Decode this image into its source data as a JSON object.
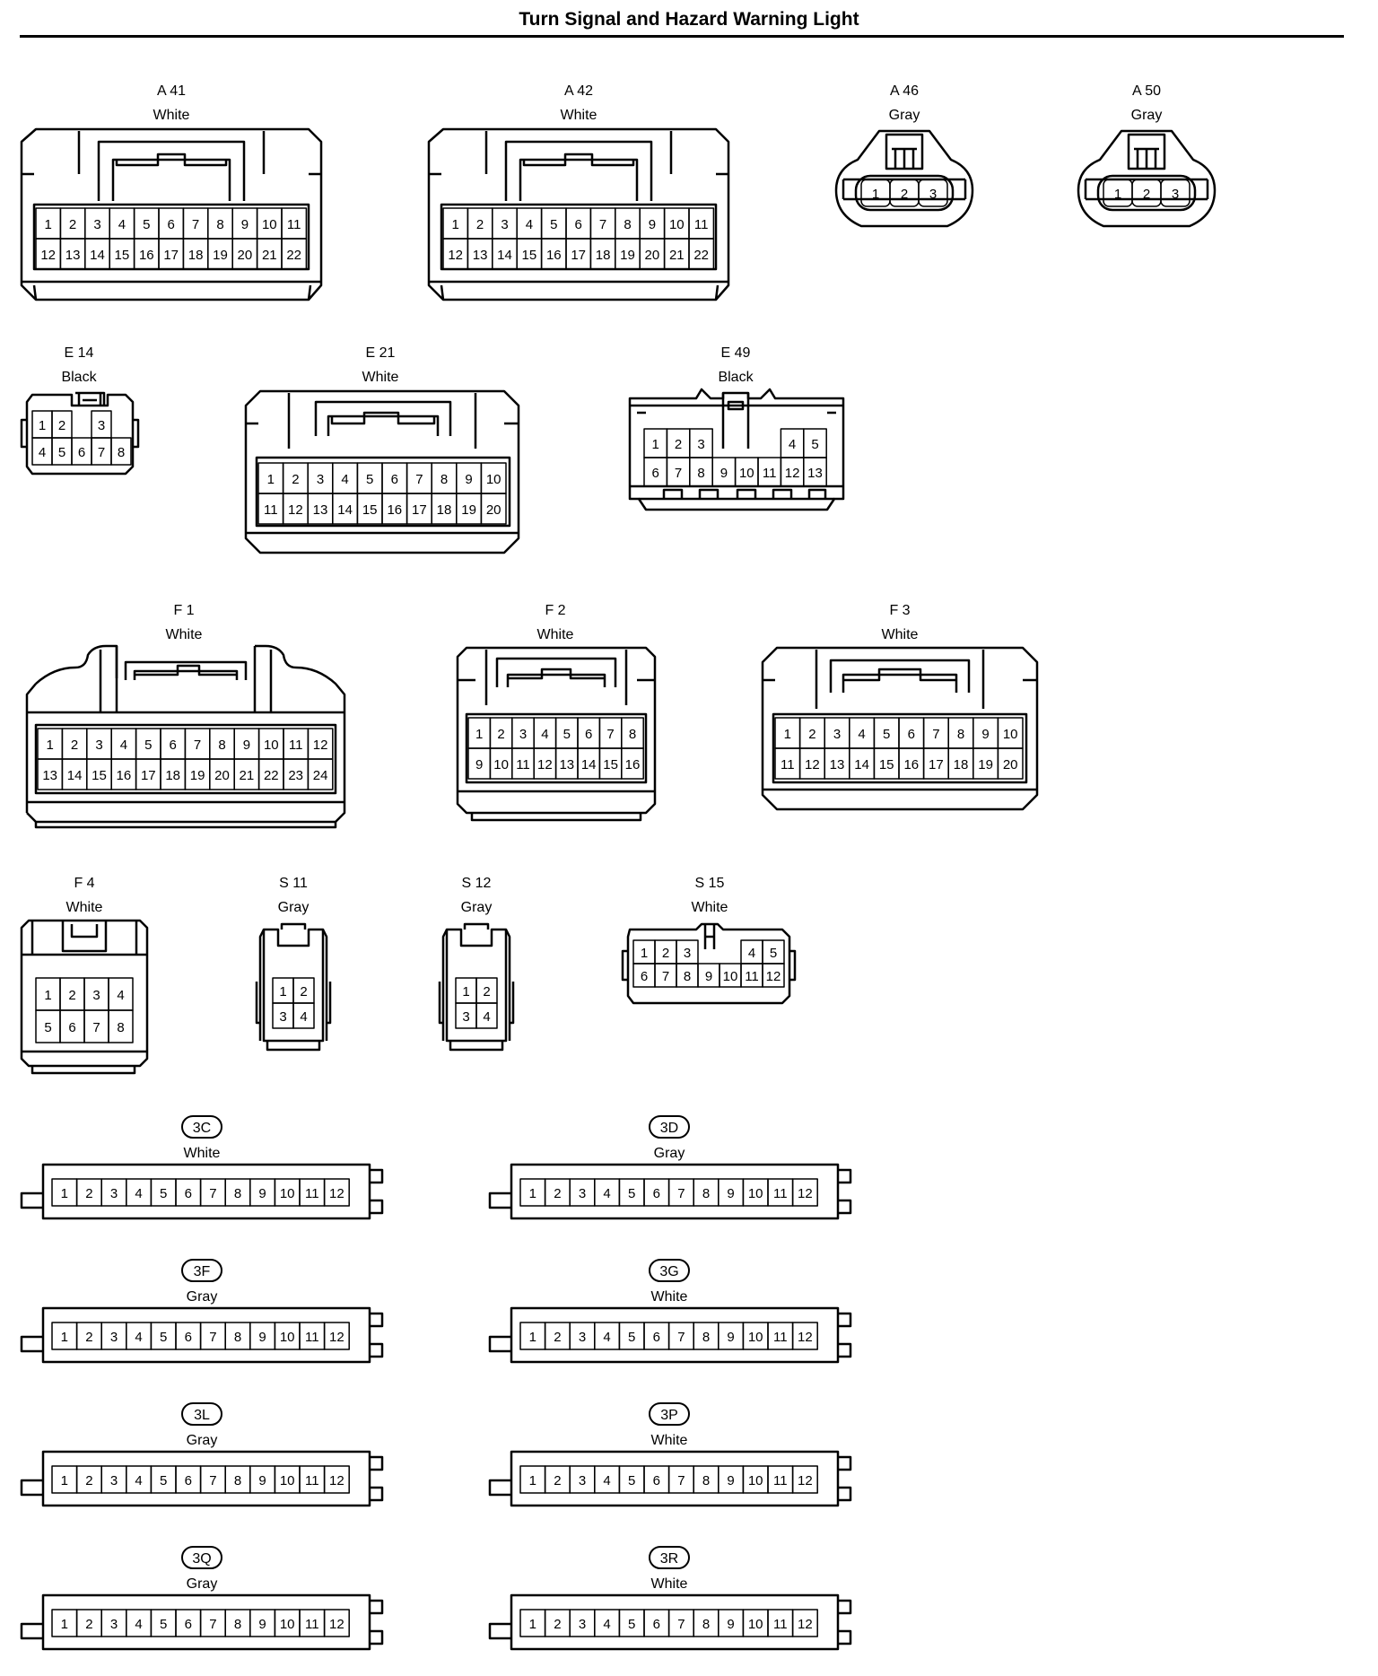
{
  "title": "Turn Signal and Hazard Warning Light",
  "connectors": {
    "A41": {
      "code": "A 41",
      "color": "White",
      "pins": [
        "1",
        "2",
        "3",
        "4",
        "5",
        "6",
        "7",
        "8",
        "9",
        "10",
        "11",
        "12",
        "13",
        "14",
        "15",
        "16",
        "17",
        "18",
        "19",
        "20",
        "21",
        "22"
      ]
    },
    "A42": {
      "code": "A 42",
      "color": "White",
      "pins": [
        "1",
        "2",
        "3",
        "4",
        "5",
        "6",
        "7",
        "8",
        "9",
        "10",
        "11",
        "12",
        "13",
        "14",
        "15",
        "16",
        "17",
        "18",
        "19",
        "20",
        "21",
        "22"
      ]
    },
    "A46": {
      "code": "A 46",
      "color": "Gray",
      "pins": [
        "1",
        "2",
        "3"
      ]
    },
    "A50": {
      "code": "A 50",
      "color": "Gray",
      "pins": [
        "1",
        "2",
        "3"
      ]
    },
    "E14": {
      "code": "E 14",
      "color": "Black",
      "pins": [
        "1",
        "2",
        "3",
        "4",
        "5",
        "6",
        "7",
        "8"
      ]
    },
    "E21": {
      "code": "E 21",
      "color": "White",
      "pins": [
        "1",
        "2",
        "3",
        "4",
        "5",
        "6",
        "7",
        "8",
        "9",
        "10",
        "11",
        "12",
        "13",
        "14",
        "15",
        "16",
        "17",
        "18",
        "19",
        "20"
      ]
    },
    "E49": {
      "code": "E 49",
      "color": "Black",
      "pins": [
        "1",
        "2",
        "3",
        "4",
        "5",
        "6",
        "7",
        "8",
        "9",
        "10",
        "11",
        "12",
        "13"
      ]
    },
    "F1": {
      "code": "F 1",
      "color": "White",
      "pins": [
        "1",
        "2",
        "3",
        "4",
        "5",
        "6",
        "7",
        "8",
        "9",
        "10",
        "11",
        "12",
        "13",
        "14",
        "15",
        "16",
        "17",
        "18",
        "19",
        "20",
        "21",
        "22",
        "23",
        "24"
      ]
    },
    "F2": {
      "code": "F 2",
      "color": "White",
      "pins": [
        "1",
        "2",
        "3",
        "4",
        "5",
        "6",
        "7",
        "8",
        "9",
        "10",
        "11",
        "12",
        "13",
        "14",
        "15",
        "16"
      ]
    },
    "F3": {
      "code": "F 3",
      "color": "White",
      "pins": [
        "1",
        "2",
        "3",
        "4",
        "5",
        "6",
        "7",
        "8",
        "9",
        "10",
        "11",
        "12",
        "13",
        "14",
        "15",
        "16",
        "17",
        "18",
        "19",
        "20"
      ]
    },
    "F4": {
      "code": "F 4",
      "color": "White",
      "pins": [
        "1",
        "2",
        "3",
        "4",
        "5",
        "6",
        "7",
        "8"
      ]
    },
    "S11": {
      "code": "S 11",
      "color": "Gray",
      "pins": [
        "1",
        "2",
        "3",
        "4"
      ]
    },
    "S12": {
      "code": "S 12",
      "color": "Gray",
      "pins": [
        "1",
        "2",
        "3",
        "4"
      ]
    },
    "S15": {
      "code": "S 15",
      "color": "White",
      "pins": [
        "1",
        "2",
        "3",
        "4",
        "5",
        "6",
        "7",
        "8",
        "9",
        "10",
        "11",
        "12"
      ]
    },
    "J3C": {
      "code": "3C",
      "color": "White",
      "pins": [
        "1",
        "2",
        "3",
        "4",
        "5",
        "6",
        "7",
        "8",
        "9",
        "10",
        "11",
        "12"
      ]
    },
    "J3D": {
      "code": "3D",
      "color": "Gray",
      "pins": [
        "1",
        "2",
        "3",
        "4",
        "5",
        "6",
        "7",
        "8",
        "9",
        "10",
        "11",
        "12"
      ]
    },
    "J3F": {
      "code": "3F",
      "color": "Gray",
      "pins": [
        "1",
        "2",
        "3",
        "4",
        "5",
        "6",
        "7",
        "8",
        "9",
        "10",
        "11",
        "12"
      ]
    },
    "J3G": {
      "code": "3G",
      "color": "White",
      "pins": [
        "1",
        "2",
        "3",
        "4",
        "5",
        "6",
        "7",
        "8",
        "9",
        "10",
        "11",
        "12"
      ]
    },
    "J3L": {
      "code": "3L",
      "color": "Gray",
      "pins": [
        "1",
        "2",
        "3",
        "4",
        "5",
        "6",
        "7",
        "8",
        "9",
        "10",
        "11",
        "12"
      ]
    },
    "J3P": {
      "code": "3P",
      "color": "White",
      "pins": [
        "1",
        "2",
        "3",
        "4",
        "5",
        "6",
        "7",
        "8",
        "9",
        "10",
        "11",
        "12"
      ]
    },
    "J3Q": {
      "code": "3Q",
      "color": "Gray",
      "pins": [
        "1",
        "2",
        "3",
        "4",
        "5",
        "6",
        "7",
        "8",
        "9",
        "10",
        "11",
        "12"
      ]
    },
    "J3R": {
      "code": "3R",
      "color": "White",
      "pins": [
        "1",
        "2",
        "3",
        "4",
        "5",
        "6",
        "7",
        "8",
        "9",
        "10",
        "11",
        "12"
      ]
    }
  }
}
